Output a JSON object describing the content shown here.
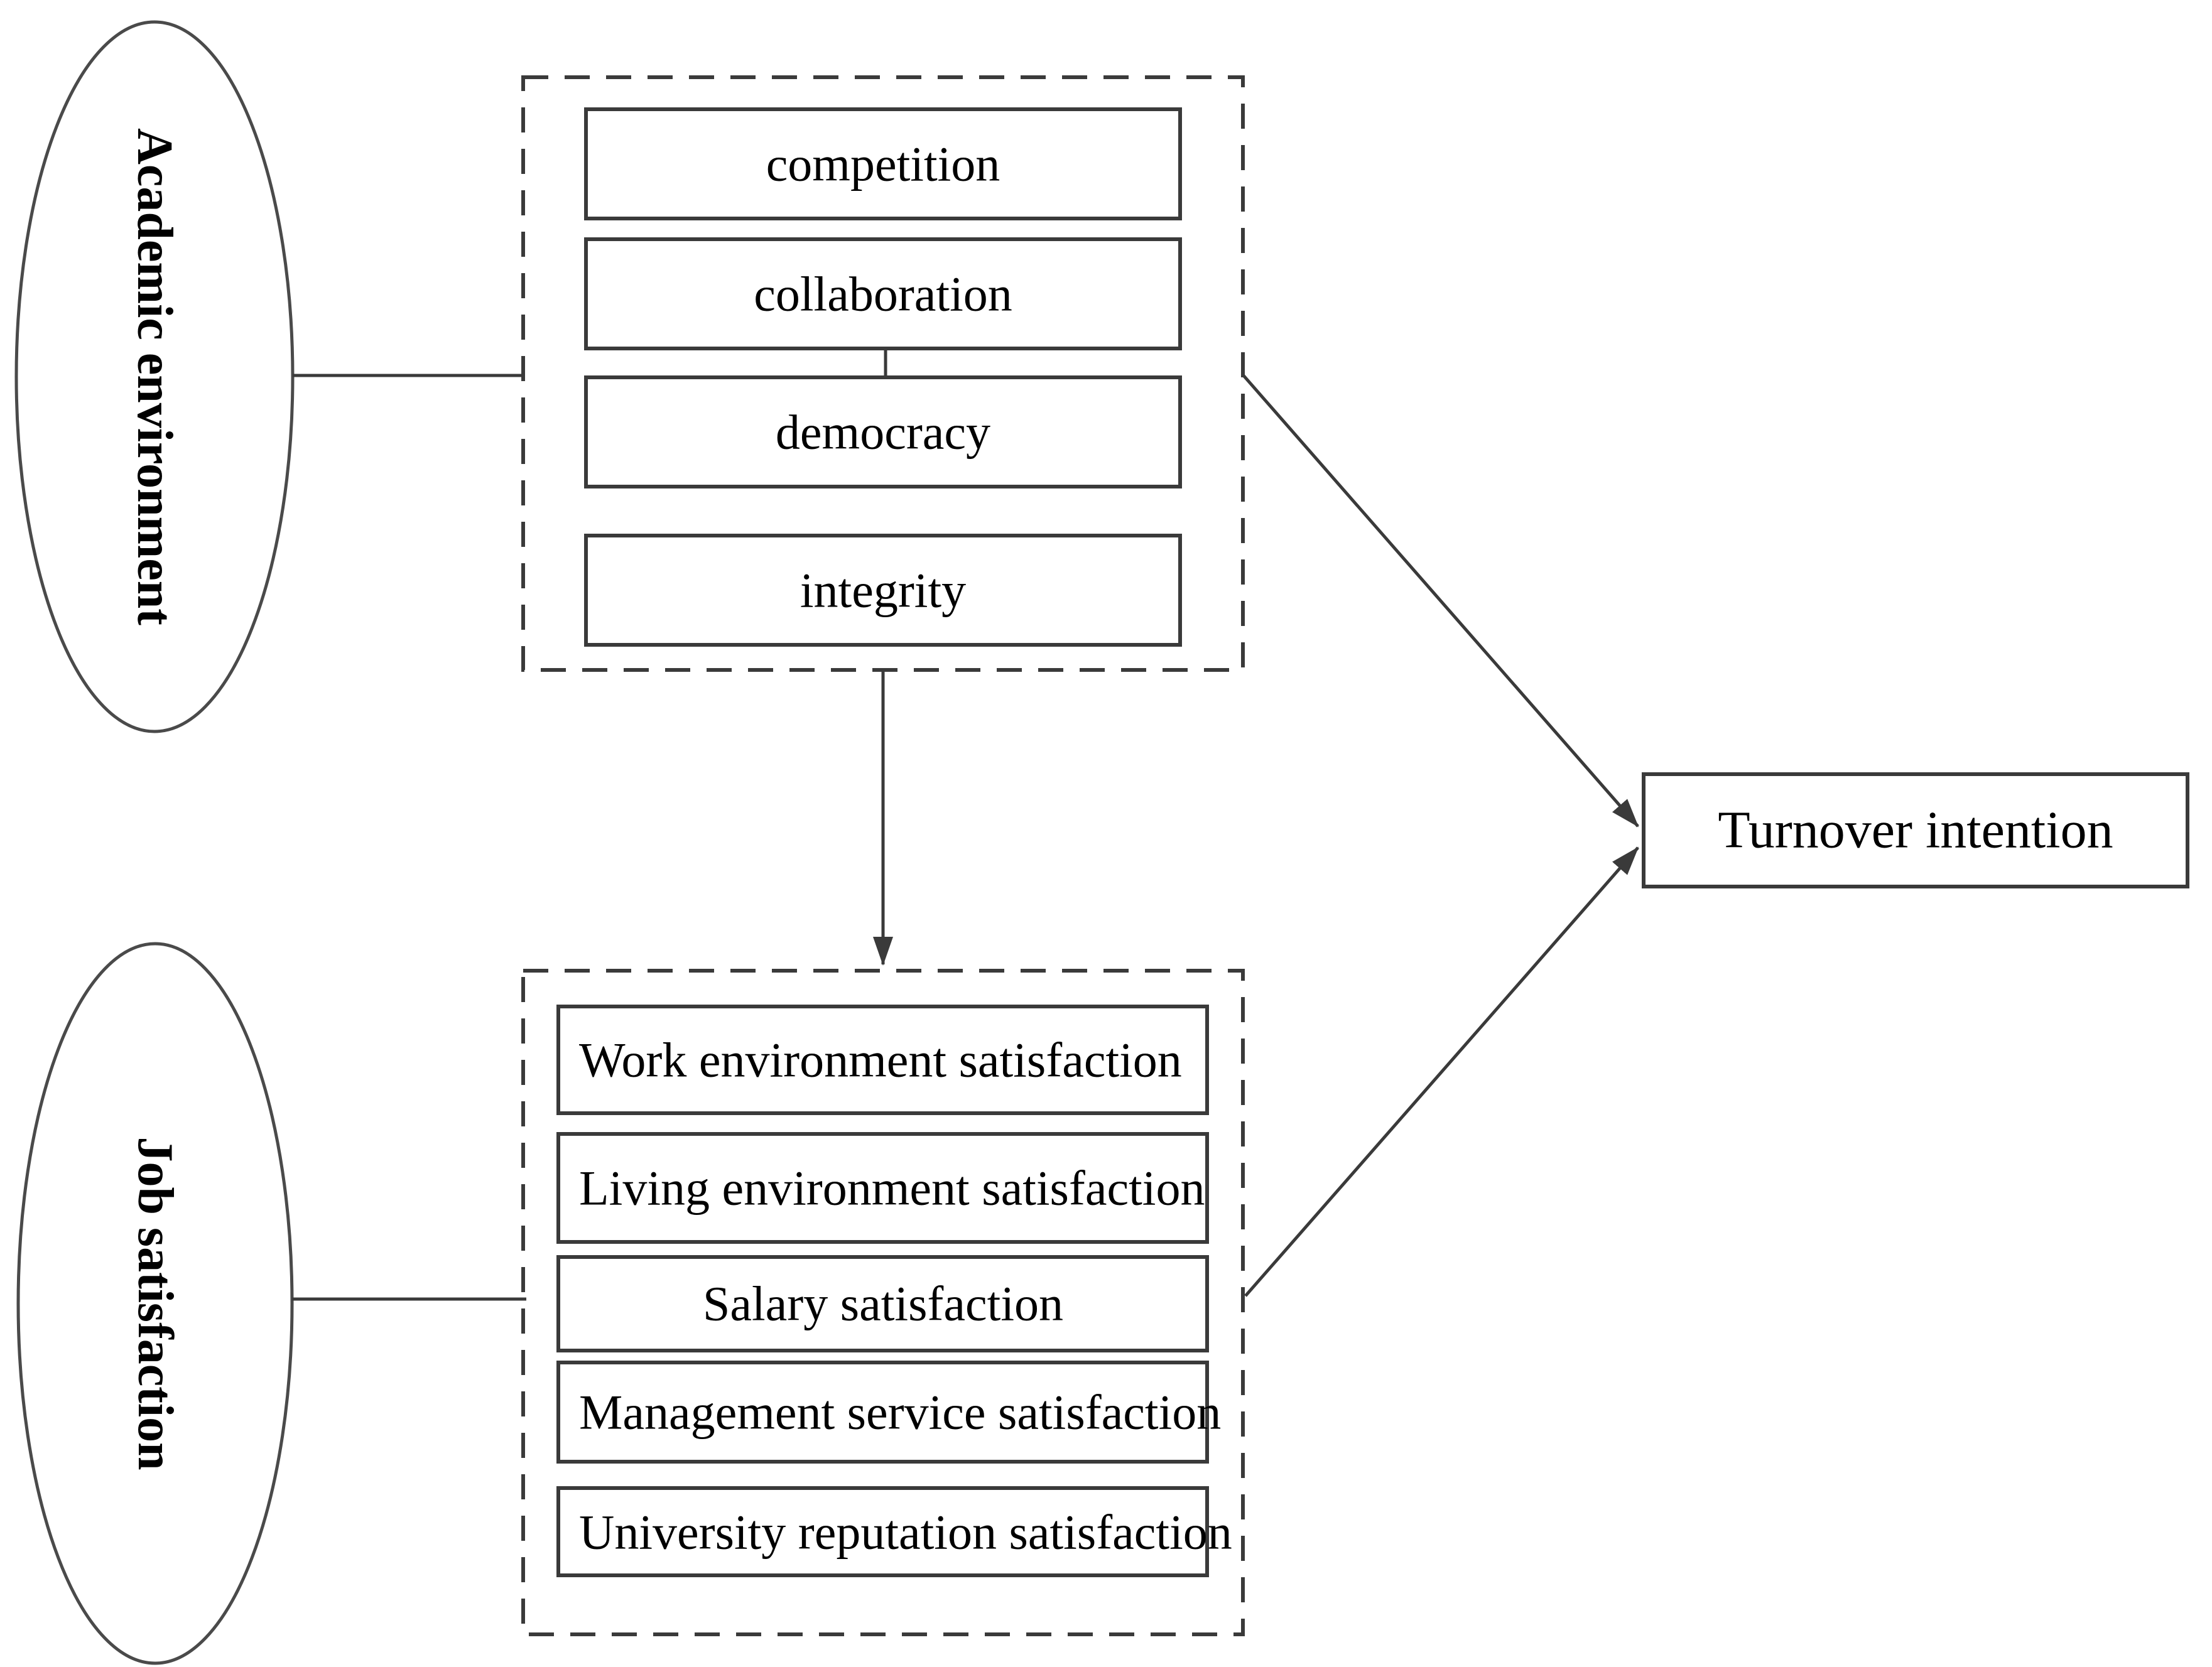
{
  "diagram": {
    "background_color": "#ffffff",
    "stroke_color": "#3a3a3a",
    "text_color": "#000000",
    "academic_ellipse_label": "Academic environment",
    "job_ellipse_label": "Job satisfaction",
    "turnover_box_label": "Turnover intention",
    "academic_indicators": [
      "competition",
      "collaboration",
      "democracy",
      "integrity"
    ],
    "job_indicators": [
      "Work environment satisfaction",
      "Living environment satisfaction",
      "Salary satisfaction",
      "Management service satisfaction",
      "University reputation satisfaction"
    ]
  }
}
